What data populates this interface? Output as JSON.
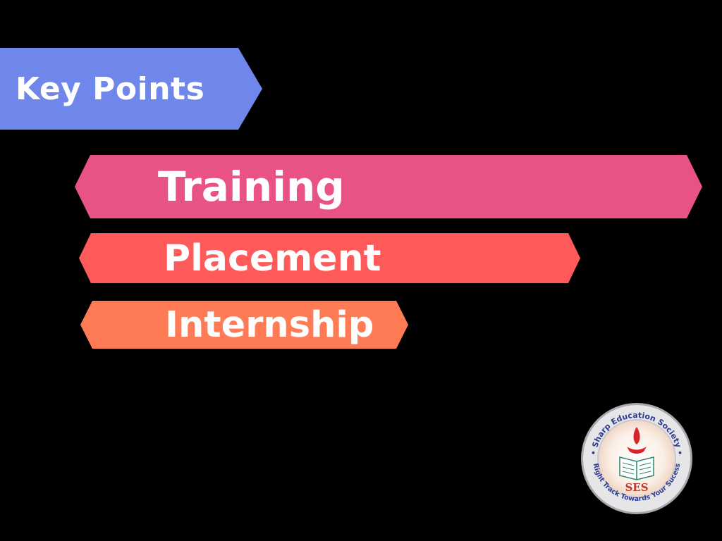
{
  "slide": {
    "title": "Key Points",
    "title_color": "#6f87ea",
    "points": [
      {
        "label": "Training",
        "color": "#e85384"
      },
      {
        "label": "Placement",
        "color": "#fe5a5a"
      },
      {
        "label": "Internship",
        "color": "#ff7b55"
      }
    ]
  },
  "logo": {
    "top_text": "• Sharp Education Society •",
    "bottom_text": "Right Track Towards Your Sucess",
    "initials": "SES",
    "icon": "lamp-book-icon"
  }
}
